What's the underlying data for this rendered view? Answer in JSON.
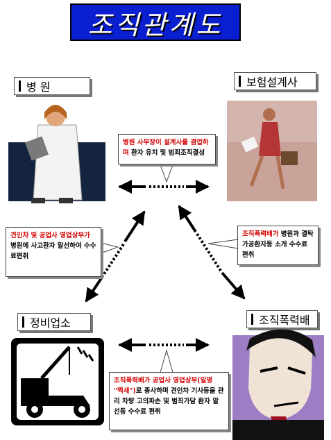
{
  "title": "조직관계도",
  "nodes": {
    "hospital": "병    원",
    "insurance": "보험설계사",
    "repair": "정비업소",
    "gang": "조직폭력배"
  },
  "callouts": {
    "top": {
      "red": "병원 사무장이 설계사를 겸업하며",
      "black": " 환자 유치 및 범죄조직결성"
    },
    "left": {
      "red": "견인차 및 공업사 영업상무가",
      "black": " 병원에 사고환자 알선하여 수수료편취"
    },
    "right": {
      "red": "조직폭력배가",
      "black": " 병원과 결탁 가공환자등 소개 수수료 편취"
    },
    "bottom": {
      "red": "조직폭력배가 공업사 영업상무(일명 \"찍새\")",
      "black": "로 종사하며 견인차 기사등을 관리 차량 고의파손 및 범죄가담 환자 알선등 수수료 편취"
    }
  },
  "colors": {
    "title_bg": "#0a1fd0",
    "accent_red": "#d40000"
  }
}
